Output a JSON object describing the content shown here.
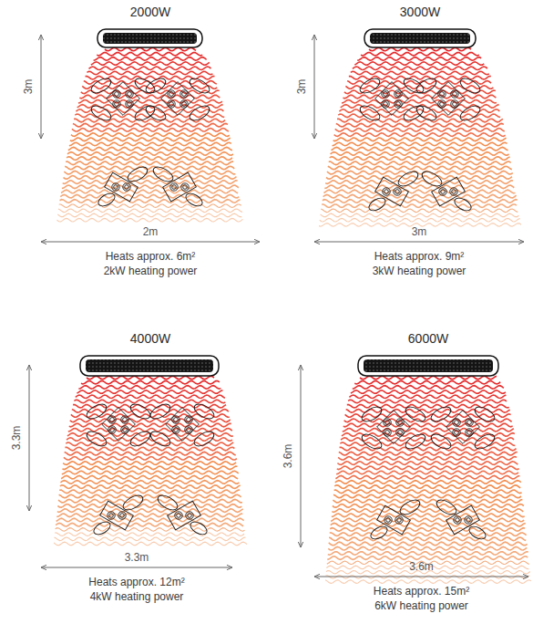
{
  "diagram": {
    "labels": [
      "2000W",
      "3m",
      "2m",
      "Heats approx. 6m²",
      "2kW heating power",
      "3000W",
      "3m",
      "3m",
      "Heats approx. 9m²",
      "3kW heating power",
      "4000W",
      "3.3m",
      "3.3m",
      "Heats approx. 12m²",
      "4kW heating power",
      "6000W",
      "3.6m",
      "3.6m",
      "Heats approx. 15m²",
      "6kW heating power"
    ]
  }
}
